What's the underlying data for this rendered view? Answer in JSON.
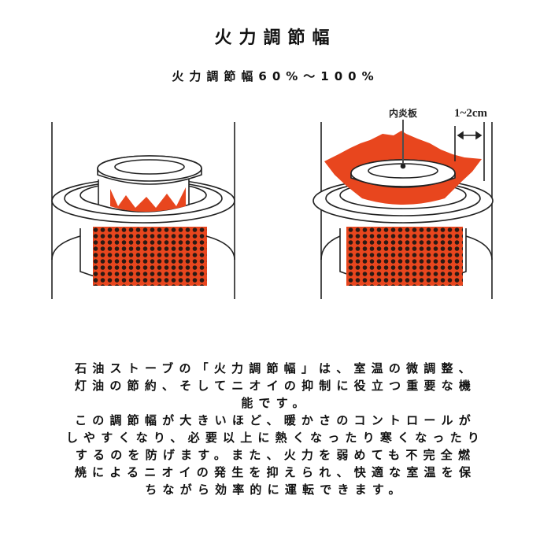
{
  "title": "火力調節幅",
  "subtitle": "火力調節幅60%～100%",
  "diagram": {
    "label_plate": "内炎板",
    "label_gap": "1~2cm",
    "flame_color": "#e8461e"
  },
  "description": {
    "lines": [
      "石油ストーブの「火力調節幅」は、室温の微調整、",
      "灯油の節約、そしてニオイの抑制に役立つ重要な機",
      "能です。",
      "この調節幅が大きいほど、暖かさのコントロールが",
      "しやすくなり、必要以上に熱くなったり寒くなったり",
      "するのを防げます。また、火力を弱めても不完全燃",
      "焼によるニオイの発生を抑えられ、快適な室温を保",
      "ちながら効率的に運転できます。"
    ]
  }
}
